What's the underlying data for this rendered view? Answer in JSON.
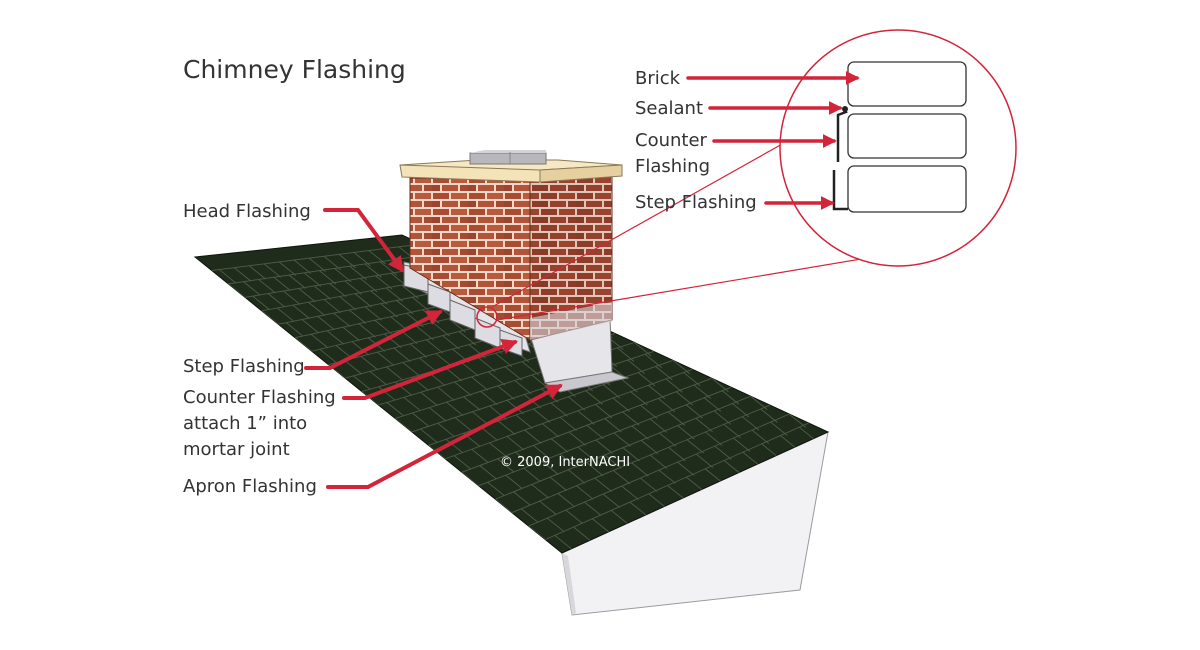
{
  "title": "Chimney Flashing",
  "copyright": "© 2009, InterNACHI",
  "labels": {
    "head_flashing": "Head Flashing",
    "step_flashing": "Step Flashing",
    "counter_flashing_line1": "Counter Flashing",
    "counter_flashing_line2": "attach 1” into",
    "counter_flashing_line3": "mortar joint",
    "apron_flashing": "Apron Flashing"
  },
  "detail": {
    "brick": "Brick",
    "sealant": "Sealant",
    "counter_line1": "Counter",
    "counter_line2": "Flashing",
    "step_flashing": "Step Flashing"
  },
  "colors": {
    "arrow": "#d3243a",
    "shingle": "#1e2a1a",
    "brick": "#a44a32",
    "cap": "#f4e2b8",
    "flashing": "#e6e6ea"
  }
}
